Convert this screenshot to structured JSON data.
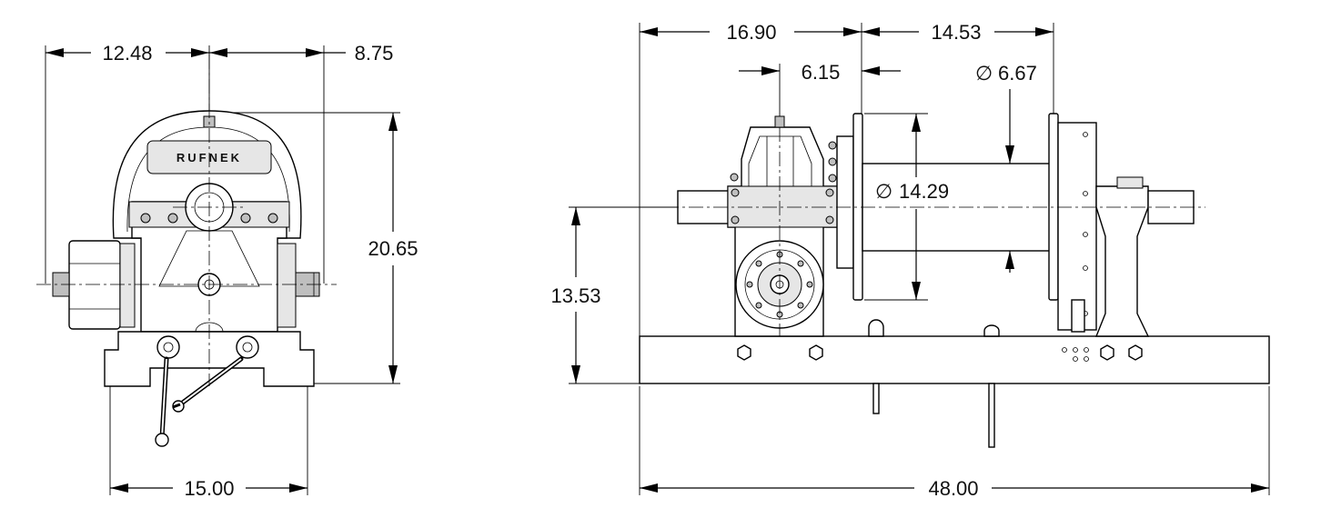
{
  "left_view": {
    "brand_label": "RUFNEK",
    "dims": {
      "left_to_center": "12.48",
      "center_to_right": "8.75",
      "overall_height": "20.65",
      "base_width": "15.00"
    }
  },
  "right_view": {
    "dims": {
      "gear_to_flange": "16.90",
      "flange_to_flange": "14.53",
      "gear_offset": "6.15",
      "flange_diameter": "6.67",
      "drum_diameter": "14.29",
      "shaft_height": "13.53",
      "overall_length": "48.00"
    },
    "diameter_symbol": "∅"
  }
}
